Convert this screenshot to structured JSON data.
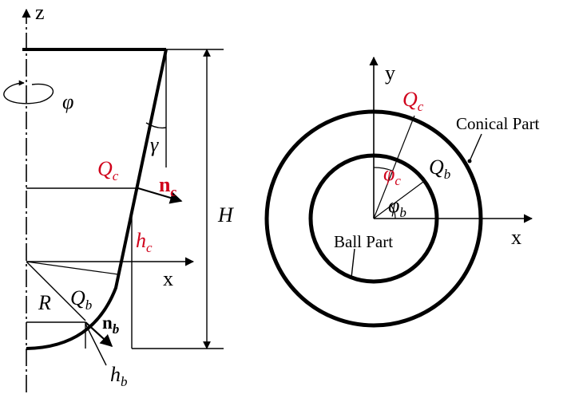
{
  "left": {
    "axis_z": "z",
    "axis_x": "x",
    "phi": "φ",
    "gamma": "γ",
    "height": "H",
    "radius": "R",
    "Qc": {
      "main": "Q",
      "sub": "c"
    },
    "nc": {
      "main": "n",
      "sub": "c"
    },
    "hc": {
      "main": "h",
      "sub": "c"
    },
    "Qb": {
      "main": "Q",
      "sub": "b"
    },
    "nb": {
      "main": "n",
      "sub": "b"
    },
    "hb": {
      "main": "h",
      "sub": "b"
    }
  },
  "right": {
    "axis_y": "y",
    "axis_x": "x",
    "Qc": {
      "main": "Q",
      "sub": "c"
    },
    "Qb": {
      "main": "Q",
      "sub": "b"
    },
    "phic": {
      "main": "φ",
      "sub": "c"
    },
    "phib": {
      "main": "φ",
      "sub": "b"
    },
    "conical_part": "Conical Part",
    "ball_part": "Ball Part"
  },
  "colors": {
    "accent": "#d0021b",
    "ink": "#000000"
  }
}
